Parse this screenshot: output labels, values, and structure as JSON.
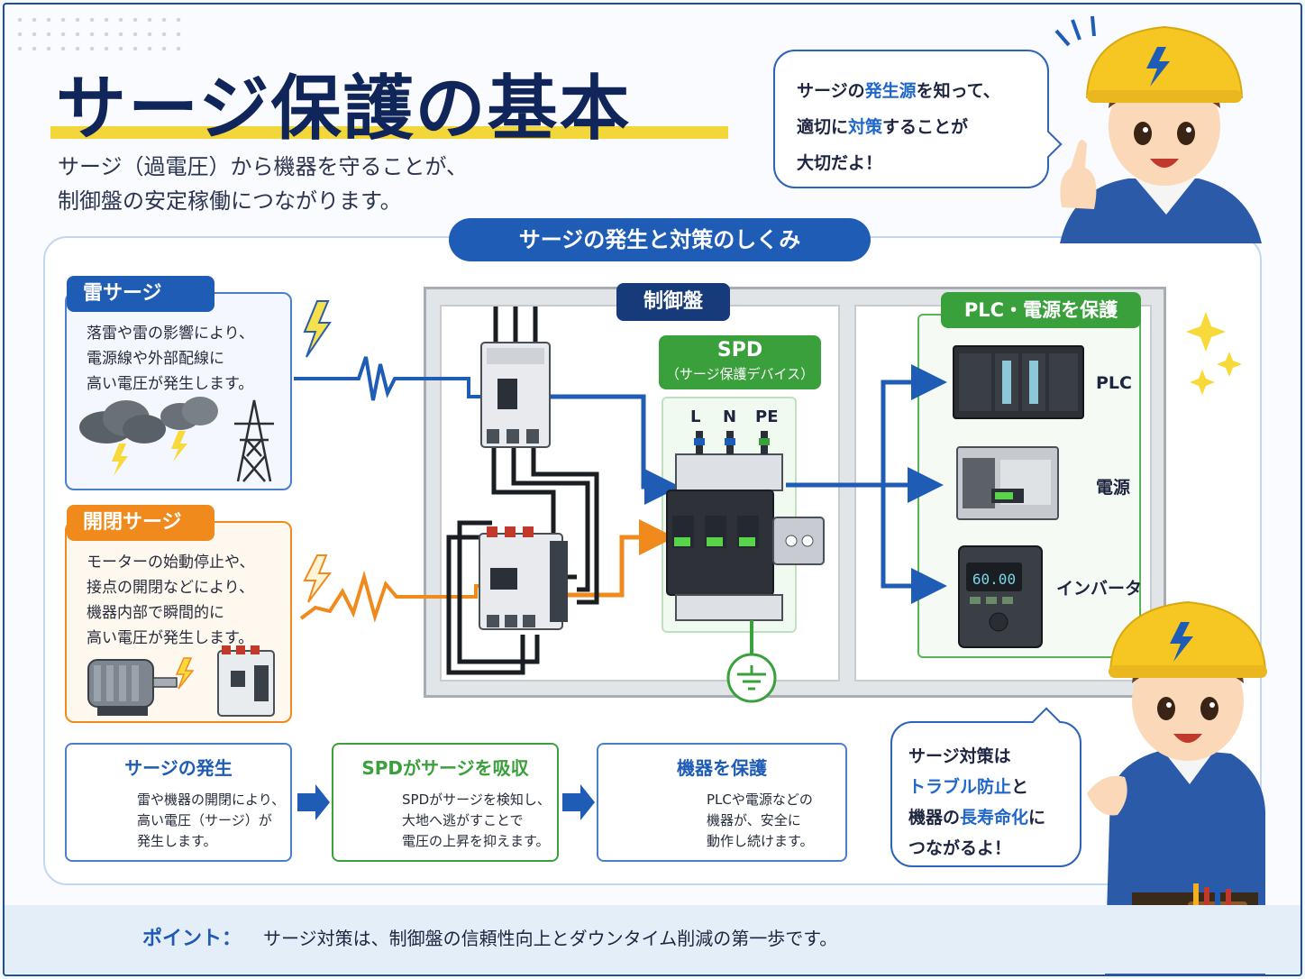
{
  "title": "サージ保護の基本",
  "subtitle": {
    "line1": "サージ（過電圧）から機器を守ることが、",
    "line2": "制御盤の安定稼働につながります。"
  },
  "bubble_top": {
    "line1_a": "サージの",
    "line1_b": "発生源",
    "line1_c": "を知って、",
    "line2_a": "適切に",
    "line2_b": "対策",
    "line2_c": "することが",
    "line3": "大切だよ！"
  },
  "section_title": "サージの発生と対策のしくみ",
  "lightning_card": {
    "title": "雷サージ",
    "lines": [
      "落雷や雷の影響により、",
      "電源線や外部配線に",
      "高い電圧が発生します。"
    ]
  },
  "switching_card": {
    "title": "開閉サージ",
    "lines": [
      "モーターの始動停止や、",
      "接点の開閉などにより、",
      "機器内部で瞬間的に",
      "高い電圧が発生します。"
    ]
  },
  "panel": {
    "label": "制御盤",
    "spd_title": "SPD",
    "spd_subtitle": "（サージ保護デバイス）",
    "terminals": [
      "L",
      "N",
      "PE"
    ],
    "protect_label": "PLC・電源を保護",
    "devices": [
      "PLC",
      "電源",
      "インバータ"
    ],
    "inverter_display": "60.00"
  },
  "steps": [
    {
      "title": "サージの発生",
      "lines": [
        "雷や機器の開閉により、",
        "高い電圧（サージ）が",
        "発生します。"
      ]
    },
    {
      "title": "SPDがサージを吸収",
      "lines": [
        "SPDがサージを検知し、",
        "大地へ逃がすことで",
        "電圧の上昇を抑えます。"
      ]
    },
    {
      "title": "機器を保護",
      "lines": [
        "PLCや電源などの",
        "機器が、安全に",
        "動作し続けます。"
      ]
    }
  ],
  "bubble_bottom": {
    "line1": "サージ対策は",
    "line2_a": "トラブル防止",
    "line2_b": "と",
    "line3_a": "機器の",
    "line3_b": "長寿命化",
    "line3_c": "に",
    "line4": "つながるよ！"
  },
  "footer": {
    "label": "ポイント：",
    "text": "サージ対策は、制御盤の信頼性向上とダウンタイム削減の第一歩です。"
  },
  "colors": {
    "navy": "#10265a",
    "blue": "#1e5cb5",
    "green": "#3aa03c",
    "orange": "#f08a1c",
    "yellow": "#f3d63a"
  }
}
